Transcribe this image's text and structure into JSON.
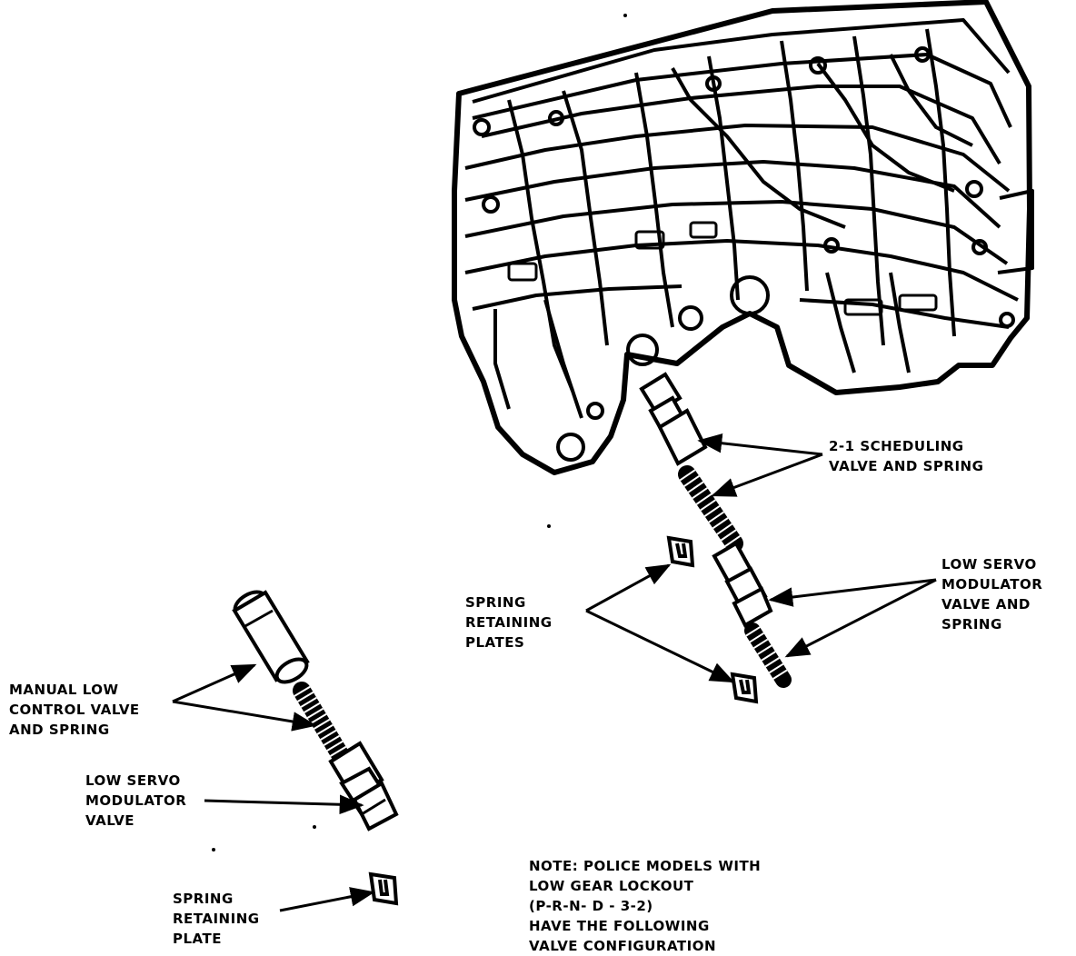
{
  "labels": {
    "scheduling": [
      "2-1 SCHEDULING",
      "VALVE AND SPRING"
    ],
    "low_servo_right": [
      "LOW SERVO",
      "MODULATOR",
      "VALVE AND",
      "SPRING"
    ],
    "spring_plates": [
      "SPRING",
      "RETAINING",
      "PLATES"
    ],
    "manual_low": [
      "MANUAL LOW",
      "CONTROL VALVE",
      "AND SPRING"
    ],
    "low_servo_left": [
      "LOW SERVO",
      "MODULATOR",
      "VALVE"
    ],
    "spring_plate": [
      "SPRING",
      "RETAINING",
      "PLATE"
    ]
  },
  "note": [
    "NOTE:  POLICE MODELS WITH",
    "LOW GEAR LOCKOUT",
    "(P-R-N- D - 3-2)",
    "HAVE THE FOLLOWING",
    "VALVE CONFIGURATION"
  ],
  "colors": {
    "ink": "#000000",
    "paper": "#ffffff"
  }
}
